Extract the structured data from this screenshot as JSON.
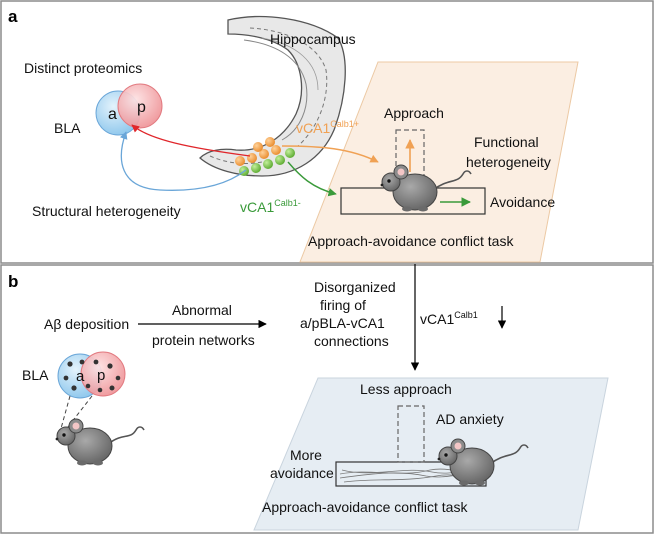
{
  "colors": {
    "panel_border": "#8c8c8c",
    "trapezoid_a": "#fbeee2",
    "trapezoid_b": "#e6edf3",
    "bla_a": "#9fd0ef",
    "bla_p": "#f3a5a8",
    "arrow_red": "#e0262b",
    "arrow_blue": "#6aa6d8",
    "arrow_orange": "#f0a154",
    "arrow_green": "#3a9a3a",
    "text_orange": "#f0a154",
    "text_green": "#3a9a3a",
    "mouse_gray": "#7a7a7a",
    "hippo_gray": "#e8e8e8"
  },
  "panel_a": {
    "letter": "a",
    "hippocampus": "Hippocampus",
    "distinct_proteomics": "Distinct proteomics",
    "bla": "BLA",
    "bla_a": "a",
    "bla_p": "p",
    "vca1_plus_base": "vCA1",
    "vca1_plus_sup": "Calb1+",
    "vca1_minus_base": "vCA1",
    "vca1_minus_sup": "Calb1-",
    "approach": "Approach",
    "functional_1": "Functional",
    "functional_2": "heterogeneity",
    "avoidance": "Avoidance",
    "structural": "Structural heterogeneity",
    "task": "Approach-avoidance conflict task"
  },
  "panel_b": {
    "letter": "b",
    "abeta": "Aβ deposition",
    "abnormal": "Abnormal",
    "protein_networks": "protein networks",
    "disorg_1": "Disorganized",
    "disorg_2": "firing of",
    "disorg_3": "a/pBLA-vCA1",
    "disorg_4": "connections",
    "vca1_base": "vCA1",
    "vca1_sup": "Calb1",
    "bla": "BLA",
    "bla_a": "a",
    "bla_p": "p",
    "less_approach": "Less approach",
    "ad_anxiety": "AD anxiety",
    "more_1": "More",
    "more_2": "avoidance",
    "task": "Approach-avoidance conflict task"
  }
}
